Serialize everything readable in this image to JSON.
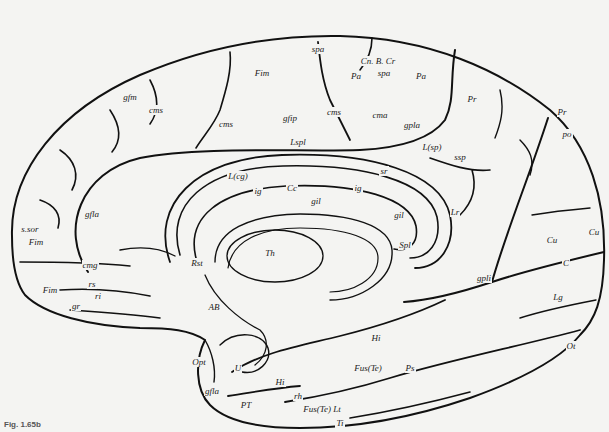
{
  "diagram": {
    "caption": "Fig. 1.65b",
    "labels": [
      "spa",
      "Cn. B. Cr",
      "Fim",
      "Pa",
      "spa",
      "Pa",
      "gfm",
      "cms",
      "gfip",
      "cms",
      "cma",
      "Pr",
      "Pr",
      "po",
      "Lspl",
      "gpla",
      "L(sp)",
      "ssp",
      "cms",
      "L(cg)",
      "ig",
      "Cc",
      "ig",
      "gil",
      "sr",
      "Lr",
      "gil",
      "Spl",
      "Th",
      "Rst",
      "gfla",
      "s.sor",
      "Fim",
      "cmg",
      "rs",
      "ri",
      "gr",
      "Fim",
      "AB",
      "Opt",
      "U",
      "gfla",
      "PT",
      "Hi",
      "rh",
      "Fus(Te) Lt",
      "Ti",
      "Hi",
      "Fus(Te)",
      "Ps",
      "gpli",
      "Cu",
      "Cu",
      "C",
      "Lg",
      "Ot"
    ]
  }
}
